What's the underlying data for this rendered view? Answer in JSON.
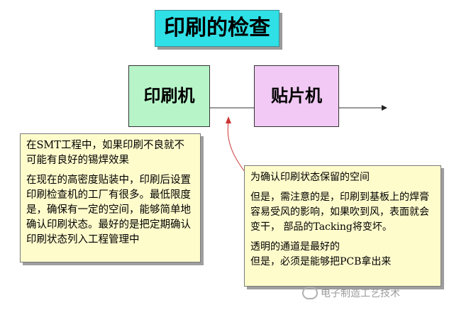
{
  "title": "印刷的检查",
  "process": {
    "box_a": "印刷机",
    "box_b": "贴片机"
  },
  "note_left": {
    "para1": "在SMT工程中，如果印刷不良就不可能有良好的锡焊效果",
    "para2": "在现在的高密度贴装中，印刷后设置印刷检查机的工厂有很多。最低限度是，确保有一定的空间，能够简单地确认印刷状态。最好的是把定期确认印刷状态列入工程管理中"
  },
  "note_right": {
    "para1": "为确认印刷状态保留的空间",
    "para2": "但是，需注意的是，印刷到基板上的焊膏容易受风的影响，如果吹到风，表面就会变干，  部品的Tacking将变坏。",
    "para3": "透明的通道是最好的\n但是，必须是能够把PCB拿出来"
  },
  "watermark": "电子制造工艺技术"
}
